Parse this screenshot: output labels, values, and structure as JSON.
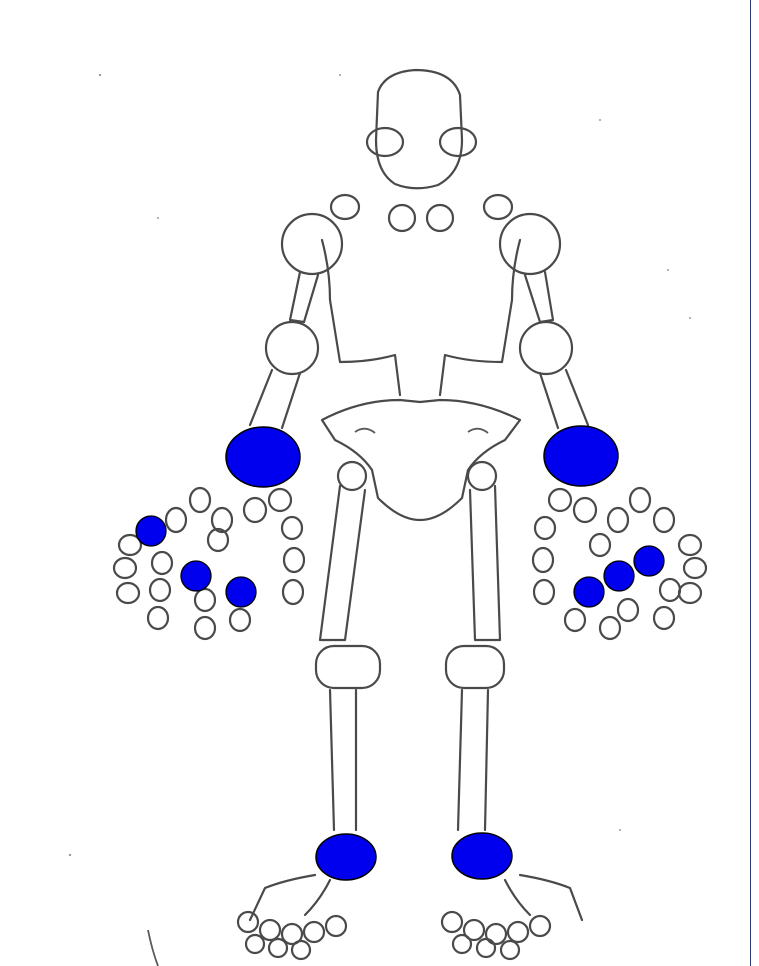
{
  "colors": {
    "marker_fill": "#0000ee",
    "marker_stroke": "#000000",
    "outline": "#4a4a4a",
    "right_edge_line": "#2b3a7a"
  },
  "markers": [
    {
      "id": "wrist-right",
      "size": "large"
    },
    {
      "id": "wrist-left",
      "size": "large"
    },
    {
      "id": "right-hand-joint-1",
      "size": "small"
    },
    {
      "id": "right-hand-joint-2",
      "size": "small"
    },
    {
      "id": "right-hand-joint-3",
      "size": "small"
    },
    {
      "id": "left-hand-joint-1",
      "size": "small"
    },
    {
      "id": "left-hand-joint-2",
      "size": "small"
    },
    {
      "id": "left-hand-joint-3",
      "size": "small"
    },
    {
      "id": "ankle-right",
      "size": "large"
    },
    {
      "id": "ankle-left",
      "size": "large"
    }
  ]
}
